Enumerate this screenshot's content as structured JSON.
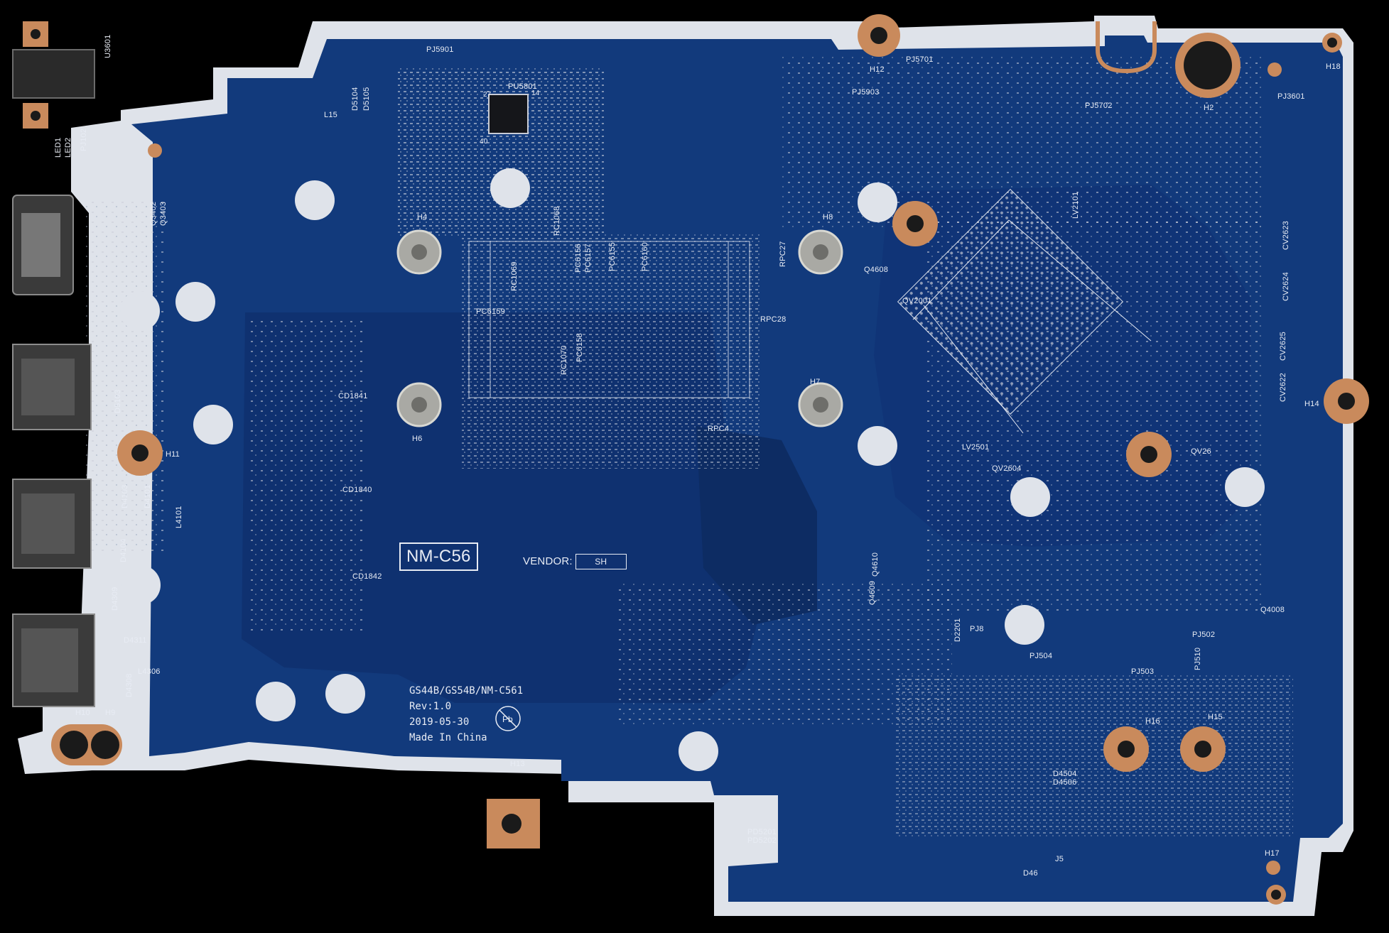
{
  "board": {
    "model": "NM-C56",
    "vendor_label": "VENDOR:",
    "vendor_value": "SH",
    "project": "GS44B/GS54B/NM-C561",
    "revision": "Rev:1.0",
    "date": "2019-05-30",
    "origin": "Made In China"
  },
  "labels": {
    "pj5901": "PJ5901",
    "u3601": "U3601",
    "pu5801": "PU5801",
    "pj5701": "PJ5701",
    "h12": "H12",
    "h18": "H18",
    "pj5903": "PJ5903",
    "pj5702": "PJ5702",
    "h2": "H2",
    "pj3601": "PJ3601",
    "l15": "L15",
    "d5104": "D5104",
    "d5105": "D5105",
    "pj102": "PJ102",
    "led1": "LED1",
    "led2": "LED2",
    "q3402": "Q3402",
    "q3403": "Q3403",
    "rc1068": "RC1068",
    "lv2101": "LV2101",
    "h4": "H4",
    "h8": "H8",
    "pc6156": "PC6156",
    "pc6157": "PC6157",
    "pc6155": "PC6155",
    "pc6160": "PC6160",
    "rpc27": "RPC27",
    "q4608": "Q4608",
    "cv2623": "CV2623",
    "cv2624": "CV2624",
    "rc1069": "RC1069",
    "pc6159": "PC6159",
    "qv2001": "QV2001",
    "rpc28": "RPC28",
    "rc1070": "RC1070",
    "pc6158": "PC6158",
    "cv2625": "CV2625",
    "cv2622": "CV2622",
    "d5103": "D5103",
    "cd1841": "CD1841",
    "h7": "H7",
    "h14": "H14",
    "rpc4": "RPC4",
    "h6": "H6",
    "lv2501": "LV2501",
    "qv26": "QV26",
    "h11": "H11",
    "qv2604": "QV2604",
    "d4103": "D4103",
    "d4101": "D4101",
    "cd1840": "CD1840",
    "l4101": "L4101",
    "d4104": "D4104",
    "q4610": "Q4610",
    "q4609": "Q4609",
    "cd1842": "CD1842",
    "d4309": "D4309",
    "d2201": "D2201",
    "pj8": "PJ8",
    "q4008": "Q4008",
    "pj502": "PJ502",
    "d4311": "D4311",
    "pj504": "PJ504",
    "pj510": "PJ510",
    "l4306": "L4306",
    "pj503": "PJ503",
    "d4308": "D4308",
    "h10": "H10",
    "h9": "H9",
    "h15": "H15",
    "h16": "H16",
    "h13": "H13",
    "d4504": "D4504",
    "d4506": "D4506",
    "pd5201": "PD5201",
    "pd5202": "PD5202",
    "j5": "J5",
    "h17": "H17",
    "d46": "D46",
    "pin27": "27",
    "pin14": "14",
    "pin40": "40"
  },
  "colors": {
    "background": "#000000",
    "pcb_blue": "#123a7c",
    "pcb_blue_dark": "#0d2c63",
    "pcb_edge": "#dfe3ea",
    "copper": "#c98a5c",
    "silkscreen": "#e8ecf4"
  },
  "icons": {
    "lead_free": "pb-free-icon"
  }
}
